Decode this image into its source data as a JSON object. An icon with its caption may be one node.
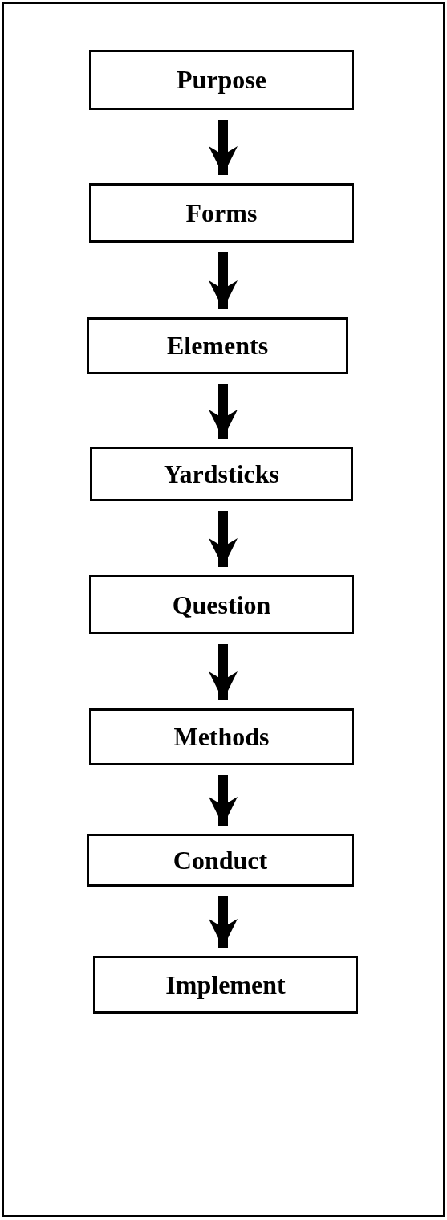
{
  "diagram": {
    "nodes": [
      {
        "text": [
          "Purpose"
        ]
      },
      {
        "text": [
          "Forms"
        ]
      },
      {
        "text": [
          "Elements"
        ]
      },
      {
        "text": [
          "Yardsticks"
        ]
      },
      {
        "text": [
          "Question"
        ]
      },
      {
        "text": [
          "Methods"
        ]
      },
      {
        "text": [
          "Conduct"
        ]
      },
      {
        "text": [
          "Implement"
        ]
      }
    ],
    "edges": [
      {
        "from": 0,
        "to": 1,
        "arrow": "to"
      },
      {
        "from": 1,
        "to": 2,
        "arrow": "to"
      },
      {
        "from": 2,
        "to": 3,
        "arrow": "to"
      },
      {
        "from": 3,
        "to": 4,
        "arrow": "to"
      },
      {
        "from": 4,
        "to": 5,
        "arrow": "to"
      },
      {
        "from": 5,
        "to": 6,
        "arrow": "to"
      },
      {
        "from": 6,
        "to": 7,
        "arrow": "to"
      }
    ]
  }
}
